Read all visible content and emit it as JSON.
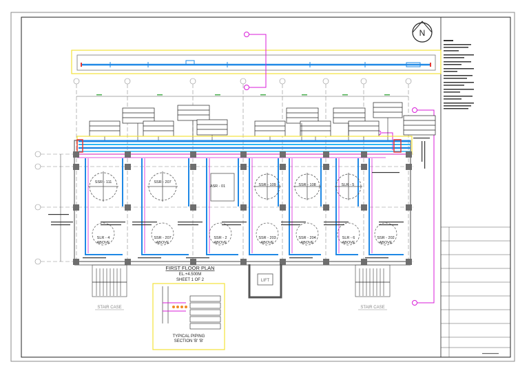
{
  "north": "N",
  "title": {
    "line1": "FIRST FLOOR PLAN",
    "line2": "EL.+4.500M",
    "line3": "SHEET 1 OF 2"
  },
  "detail": {
    "line1": "TYPICAL PIPING",
    "line2": "SECTION 'B' 'B'"
  },
  "stair_left": "STAIR CASE",
  "stair_right": "STAIR CASE",
  "lift": "LIFT",
  "rooms": [
    {
      "name": "SSR - 111"
    },
    {
      "name": "SSR - 207"
    },
    {
      "name": "ASR - 01"
    },
    {
      "name": "SSR - 109"
    },
    {
      "name": "SSR - 108"
    },
    {
      "name": "SLR - 5"
    }
  ],
  "rooms_lower": [
    {
      "name": "SLR - 4",
      "sub": "ABOVE"
    },
    {
      "name": "SSR - 207",
      "sub": "ABOVE"
    },
    {
      "name": "SSR - 2",
      "sub": "ABOVE"
    },
    {
      "name": "SSR - 203",
      "sub": "ABOVE"
    },
    {
      "name": "SSR - 204",
      "sub": "ABOVE"
    },
    {
      "name": "SLR - 6",
      "sub": "ABOVE"
    },
    {
      "name": "SSR - 202",
      "sub": "ABOVE"
    }
  ],
  "colors": {
    "pipe": "#1e88e5",
    "pipe_light": "#29b6f6",
    "magenta": "#d81bd8",
    "yellow": "#f2e23a",
    "red": "#e53935",
    "grid": "#8a8a8a",
    "column": "#6e6e6e"
  }
}
